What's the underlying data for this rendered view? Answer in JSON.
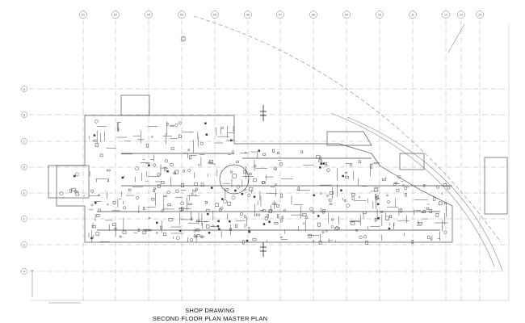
{
  "title": {
    "line1": "SHOP DRAWING",
    "line2": "SECOND FLOOR PLAN MASTER PLAN"
  },
  "grid": {
    "columns": [
      "01",
      "02",
      "03",
      "04",
      "05",
      "06",
      "07",
      "08",
      "09",
      "10",
      "11",
      "12",
      "13",
      "14"
    ],
    "rows": [
      "A",
      "B",
      "C",
      "D",
      "E",
      "F",
      "G",
      "H"
    ]
  },
  "colors": {
    "ink": "#6b6b6b",
    "grid": "#9a9a9a",
    "background": "#ffffff"
  }
}
